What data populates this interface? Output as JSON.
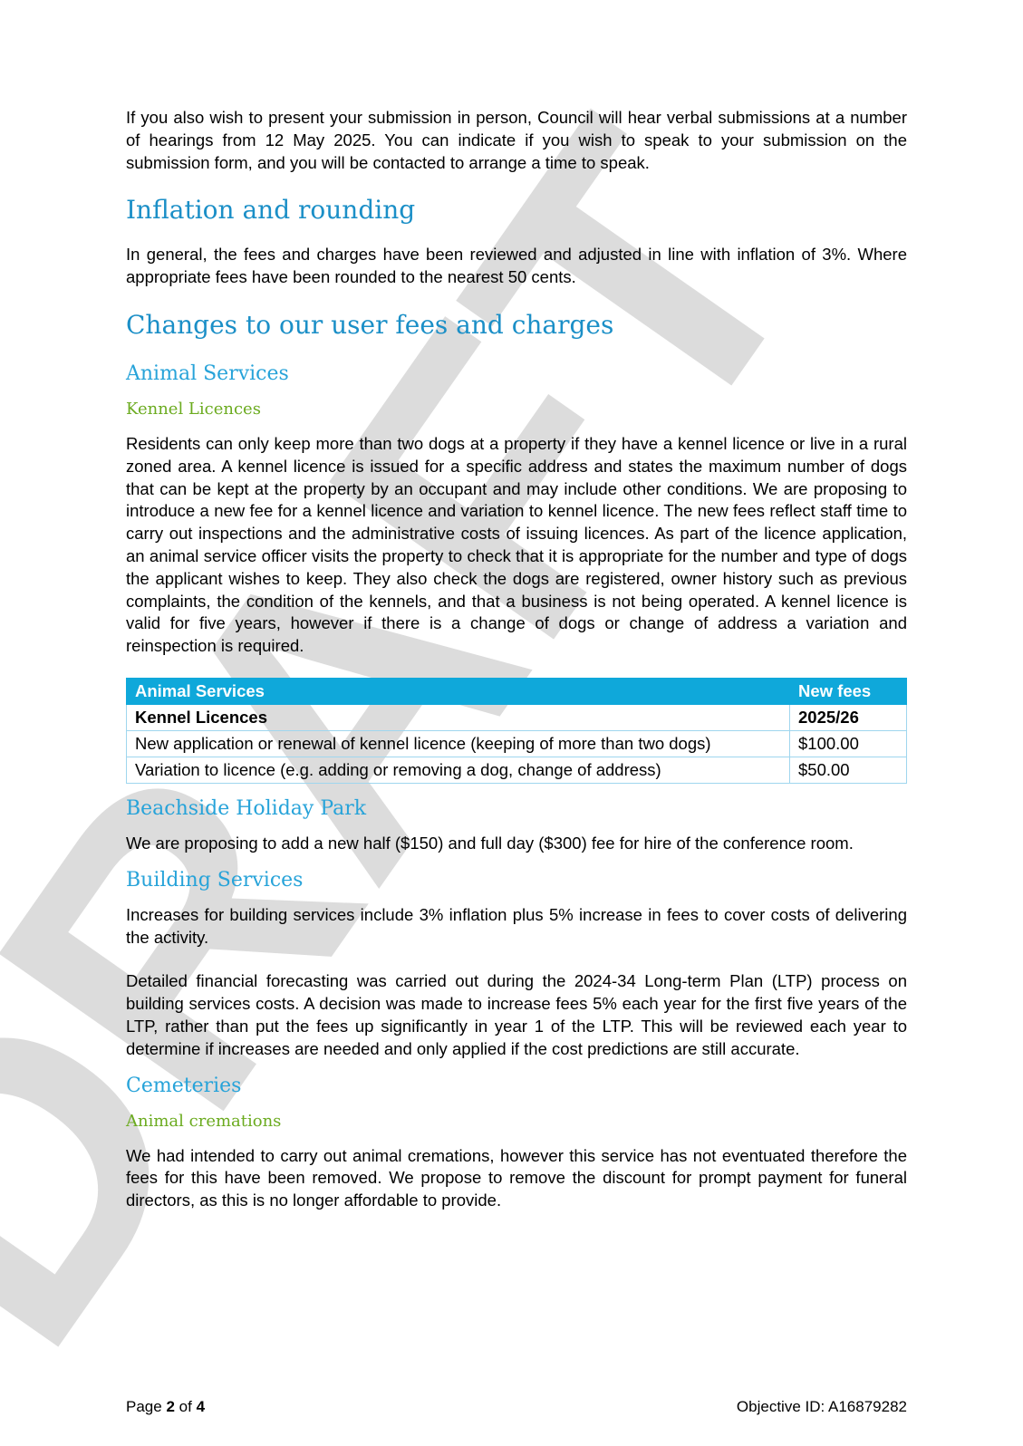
{
  "watermark": {
    "text": "DRAFT",
    "color": "#dcdcdc"
  },
  "intro": "If you also wish to present your submission in person, Council will hear verbal submissions at a number of hearings from 12 May 2025. You can indicate if you wish to speak to your submission on the submission form, and you will be contacted to arrange a time to speak.",
  "inflation": {
    "heading": "Inflation and rounding",
    "text": "In general, the fees and charges have been reviewed and adjusted in line with inflation of 3%. Where appropriate fees have been rounded to the nearest 50 cents."
  },
  "changes": {
    "heading": "Changes to our user fees and charges"
  },
  "animal": {
    "heading": "Animal Services",
    "subheading": "Kennel Licences",
    "text": "Residents can only keep more than two dogs at a property if they have a kennel licence or live in a rural zoned area. A kennel licence is issued for a specific address and states the maximum number of dogs that can be kept at the property by an occupant and may include other conditions. We are proposing to introduce a new fee for a kennel licence and variation to kennel licence. The new fees reflect staff time to carry out inspections and the administrative costs of issuing licences. As part of the licence application, an animal service officer visits the property to check that it is appropriate for the number and type of dogs the applicant wishes to keep. They also check the dogs are registered, owner history such as previous complaints, the condition of the kennels, and that a business is not being operated. A kennel licence is valid for five years, however if there is a change of dogs or change of address a variation and reinspection is required.",
    "table": {
      "header": [
        "Animal Services",
        "New fees"
      ],
      "subheader": [
        "Kennel Licences",
        "2025/26"
      ],
      "rows": [
        [
          "New application or renewal of kennel licence (keeping of more than two dogs)",
          "$100.00"
        ],
        [
          "Variation to licence (e.g. adding or removing a dog, change of address)",
          "$50.00"
        ]
      ]
    }
  },
  "beachside": {
    "heading": "Beachside Holiday Park",
    "text": "We are proposing to add a new half ($150) and full day ($300) fee for hire of the conference room."
  },
  "building": {
    "heading": "Building Services",
    "text1": "Increases for building services include 3% inflation plus 5% increase in fees to cover costs of delivering the activity.",
    "text2": "Detailed financial forecasting was carried out during the 2024-34 Long-term Plan (LTP) process on building services costs. A decision was made to increase fees 5% each year for the first five years of the LTP, rather than put the fees up significantly in year 1 of the LTP. This will be reviewed each year to determine if increases are needed and only applied if the cost predictions are still accurate."
  },
  "cemeteries": {
    "heading": "Cemeteries",
    "subheading": "Animal cremations",
    "text": "We had intended to carry out animal cremations, however this service has not eventuated therefore the fees for this have been removed. We propose to remove the discount for prompt payment for funeral directors, as this is no longer affordable to provide."
  },
  "footer": {
    "page_label": "Page",
    "page_num": "2",
    "of_label": "of",
    "page_total": "4",
    "objective": "Objective ID:  A16879282"
  }
}
